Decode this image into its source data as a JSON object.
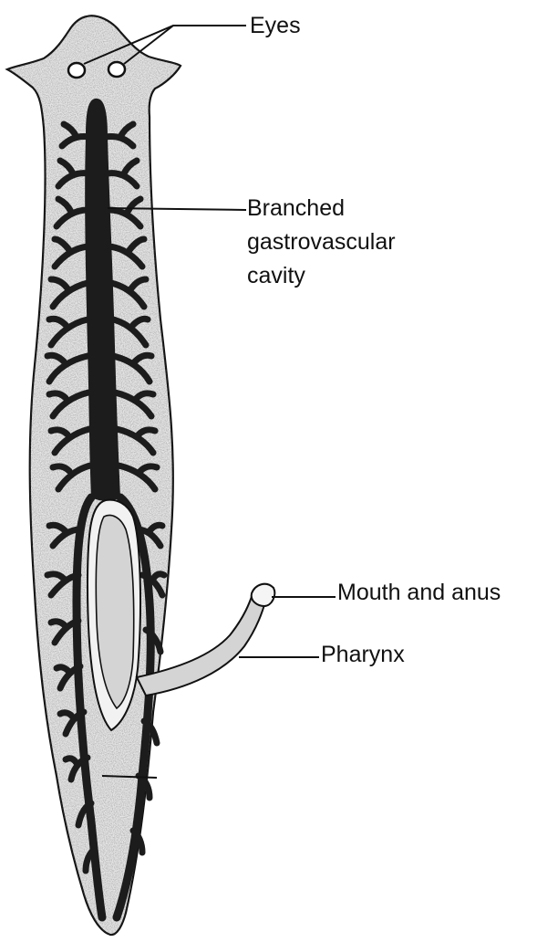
{
  "labels": {
    "eyes": "Eyes",
    "gastro_line1": "Branched",
    "gastro_line2": "gastrovascular",
    "gastro_line3": "cavity",
    "mouth": "Mouth and anus",
    "pharynx": "Pharynx"
  },
  "colors": {
    "ink": "#111111",
    "body_fill": "#e6e6e6",
    "gut_fill": "#1c1c1c",
    "pharynx_fill": "#d4d4d4",
    "background": "#ffffff"
  }
}
